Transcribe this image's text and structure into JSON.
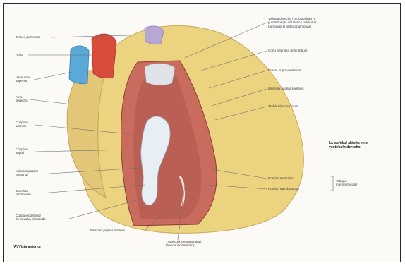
{
  "labels_left": [
    "Tronco pulmonar",
    "Aorta",
    "Vena cava\nsuperior",
    "Atrio\nderecho",
    "Cúspide\nanterior",
    "Cúspide\nseptal",
    "Músculo papilar\nposterior",
    "Cuerdas\ntendinosas",
    "Cúspide posterior\nde la valva tricúspide"
  ],
  "labels_top": [
    "Válvula derecha (D), izquierda (I)\ny anterior (A) del tronco pulmonar\n(tomando el orificio pulmonar)",
    "Cono arterioso (infundíbulo)",
    "Cresta supraventricular",
    "Músculo papilar septales",
    "Trabéculas carnosas"
  ],
  "labels_right": [
    "Porción muscular",
    "Porción membranosa"
  ],
  "septum_group": "Tabique\ninterventricular",
  "labels_bottom": [
    "Músculo papilar anterior",
    "Trabécula septomarginal\n(banda moderadora)"
  ],
  "sidebar_title": "La cavidad abierta en el\nventrículo derecho",
  "caption": "(A) Vista anterior",
  "colors": {
    "myocardium": "#e9cf7c",
    "fat": "#f0dd95",
    "cavity": "#c96c5e",
    "artery_red": "#d94b3b",
    "vein_blue": "#5aa9d8",
    "leader": "#6b6b6b"
  }
}
